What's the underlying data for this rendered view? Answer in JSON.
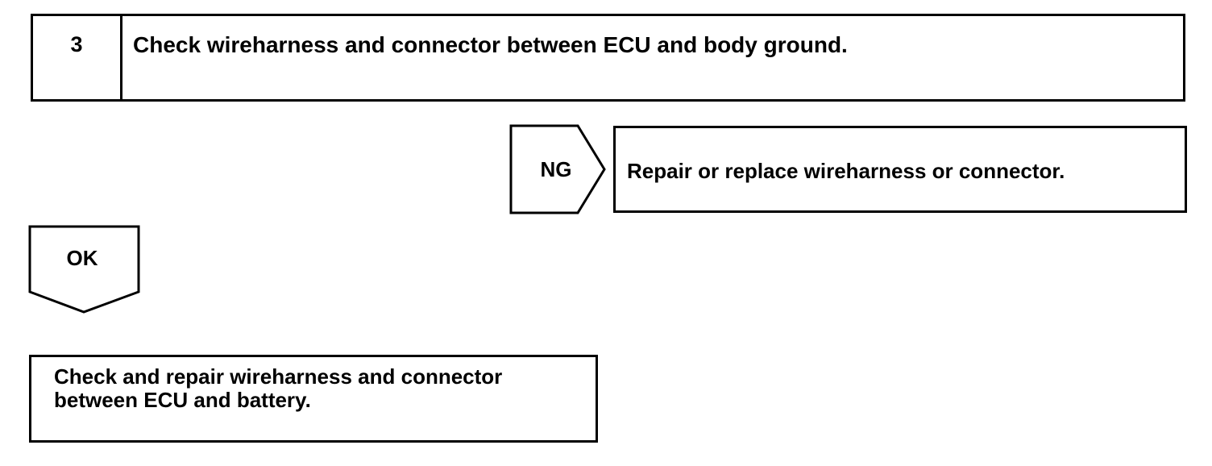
{
  "step": {
    "number": "3",
    "title": "Check wireharness and connector between ECU and body ground."
  },
  "ng_branch": {
    "label": "NG",
    "result": "Repair or replace wireharness or connector."
  },
  "ok_branch": {
    "label": "OK"
  },
  "final_action": {
    "text": "Check and repair wireharness and connector\nbetween ECU and battery."
  }
}
